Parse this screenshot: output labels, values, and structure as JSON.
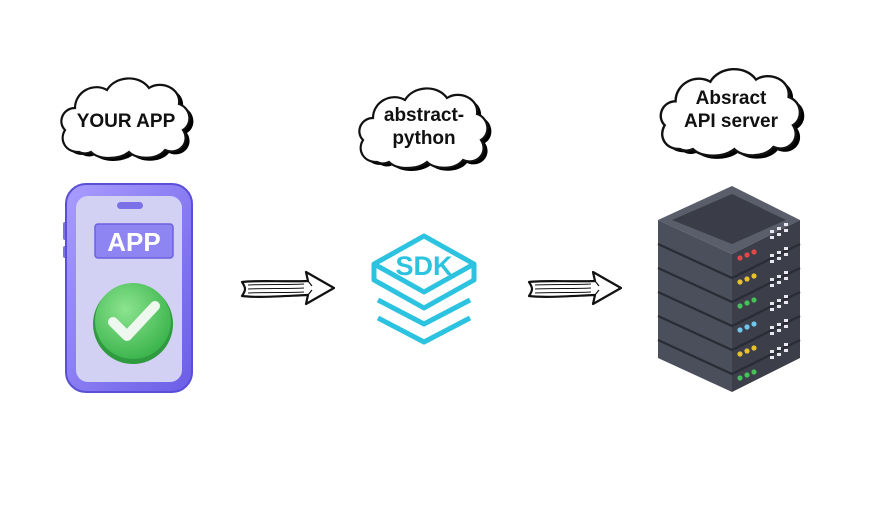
{
  "diagram": {
    "nodes": [
      {
        "id": "your-app",
        "lines": [
          "YOUR APP"
        ],
        "icon": "smartphone-app-check-icon",
        "badge_text": "APP"
      },
      {
        "id": "sdk",
        "lines": [
          "abstract-",
          "python"
        ],
        "icon": "sdk-layers-icon",
        "badge_text": "SDK"
      },
      {
        "id": "api-server",
        "lines": [
          "Absract",
          "API server"
        ],
        "icon": "server-rack-icon"
      }
    ],
    "edges": [
      {
        "from": "your-app",
        "to": "sdk",
        "icon": "right-arrow-icon"
      },
      {
        "from": "sdk",
        "to": "api-server",
        "icon": "right-arrow-icon"
      }
    ],
    "colors": {
      "phone_body": "#8b7ff0",
      "phone_screen": "#d2d1f2",
      "check_green": "#5fcf6a",
      "sdk_cyan": "#2cc3e0",
      "server_body": "#4a4d5a",
      "arrow_stroke": "#111111"
    }
  }
}
